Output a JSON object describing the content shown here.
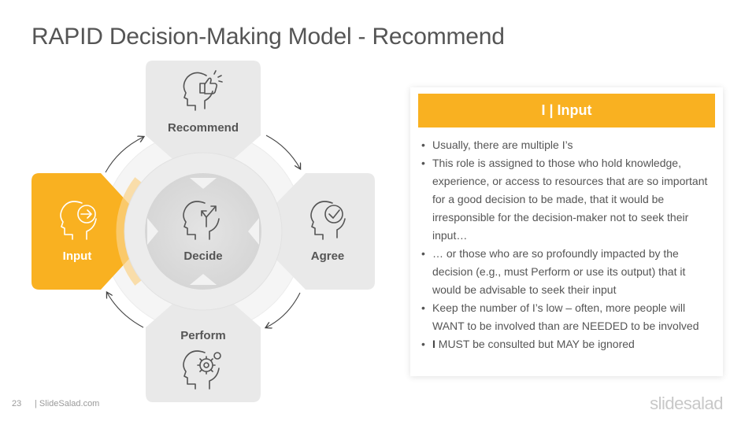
{
  "slide": {
    "title": "RAPID Decision-Making Model - Recommend",
    "page_number": "23",
    "footer_site": "| SlideSalad.com",
    "brand": "slidesalad"
  },
  "diagram": {
    "nodes": [
      {
        "label": "Recommend",
        "icon": "thumbs-up-head-icon"
      },
      {
        "label": "Agree",
        "icon": "checkmark-head-icon"
      },
      {
        "label": "Perform",
        "icon": "gear-head-icon"
      },
      {
        "label": "Input",
        "icon": "arrow-head-icon",
        "active": true
      },
      {
        "label": "Decide",
        "icon": "decision-arrows-head-icon"
      }
    ],
    "colors": {
      "active": "#F9B121",
      "tile": "#E9E9E9",
      "label": "#555555"
    }
  },
  "card": {
    "header": "I | Input",
    "bullets": [
      {
        "prefix": "",
        "text": "Usually, there are multiple I’s"
      },
      {
        "prefix": "",
        "text": "This role is assigned to those who hold knowledge, experience, or access to resources that are so important for a good decision to be made, that it would be irresponsible for the decision-maker not to seek their input…"
      },
      {
        "prefix": "",
        "text": "… or those who are so profoundly impacted by the decision (e.g., must Perform or use its output) that it would be advisable to seek their input"
      },
      {
        "prefix": "",
        "text": "Keep the number of I’s low – often, more people will WANT to be involved than are NEEDED to be involved"
      },
      {
        "prefix": "I",
        "text": " MUST be consulted but MAY be ignored"
      }
    ]
  }
}
